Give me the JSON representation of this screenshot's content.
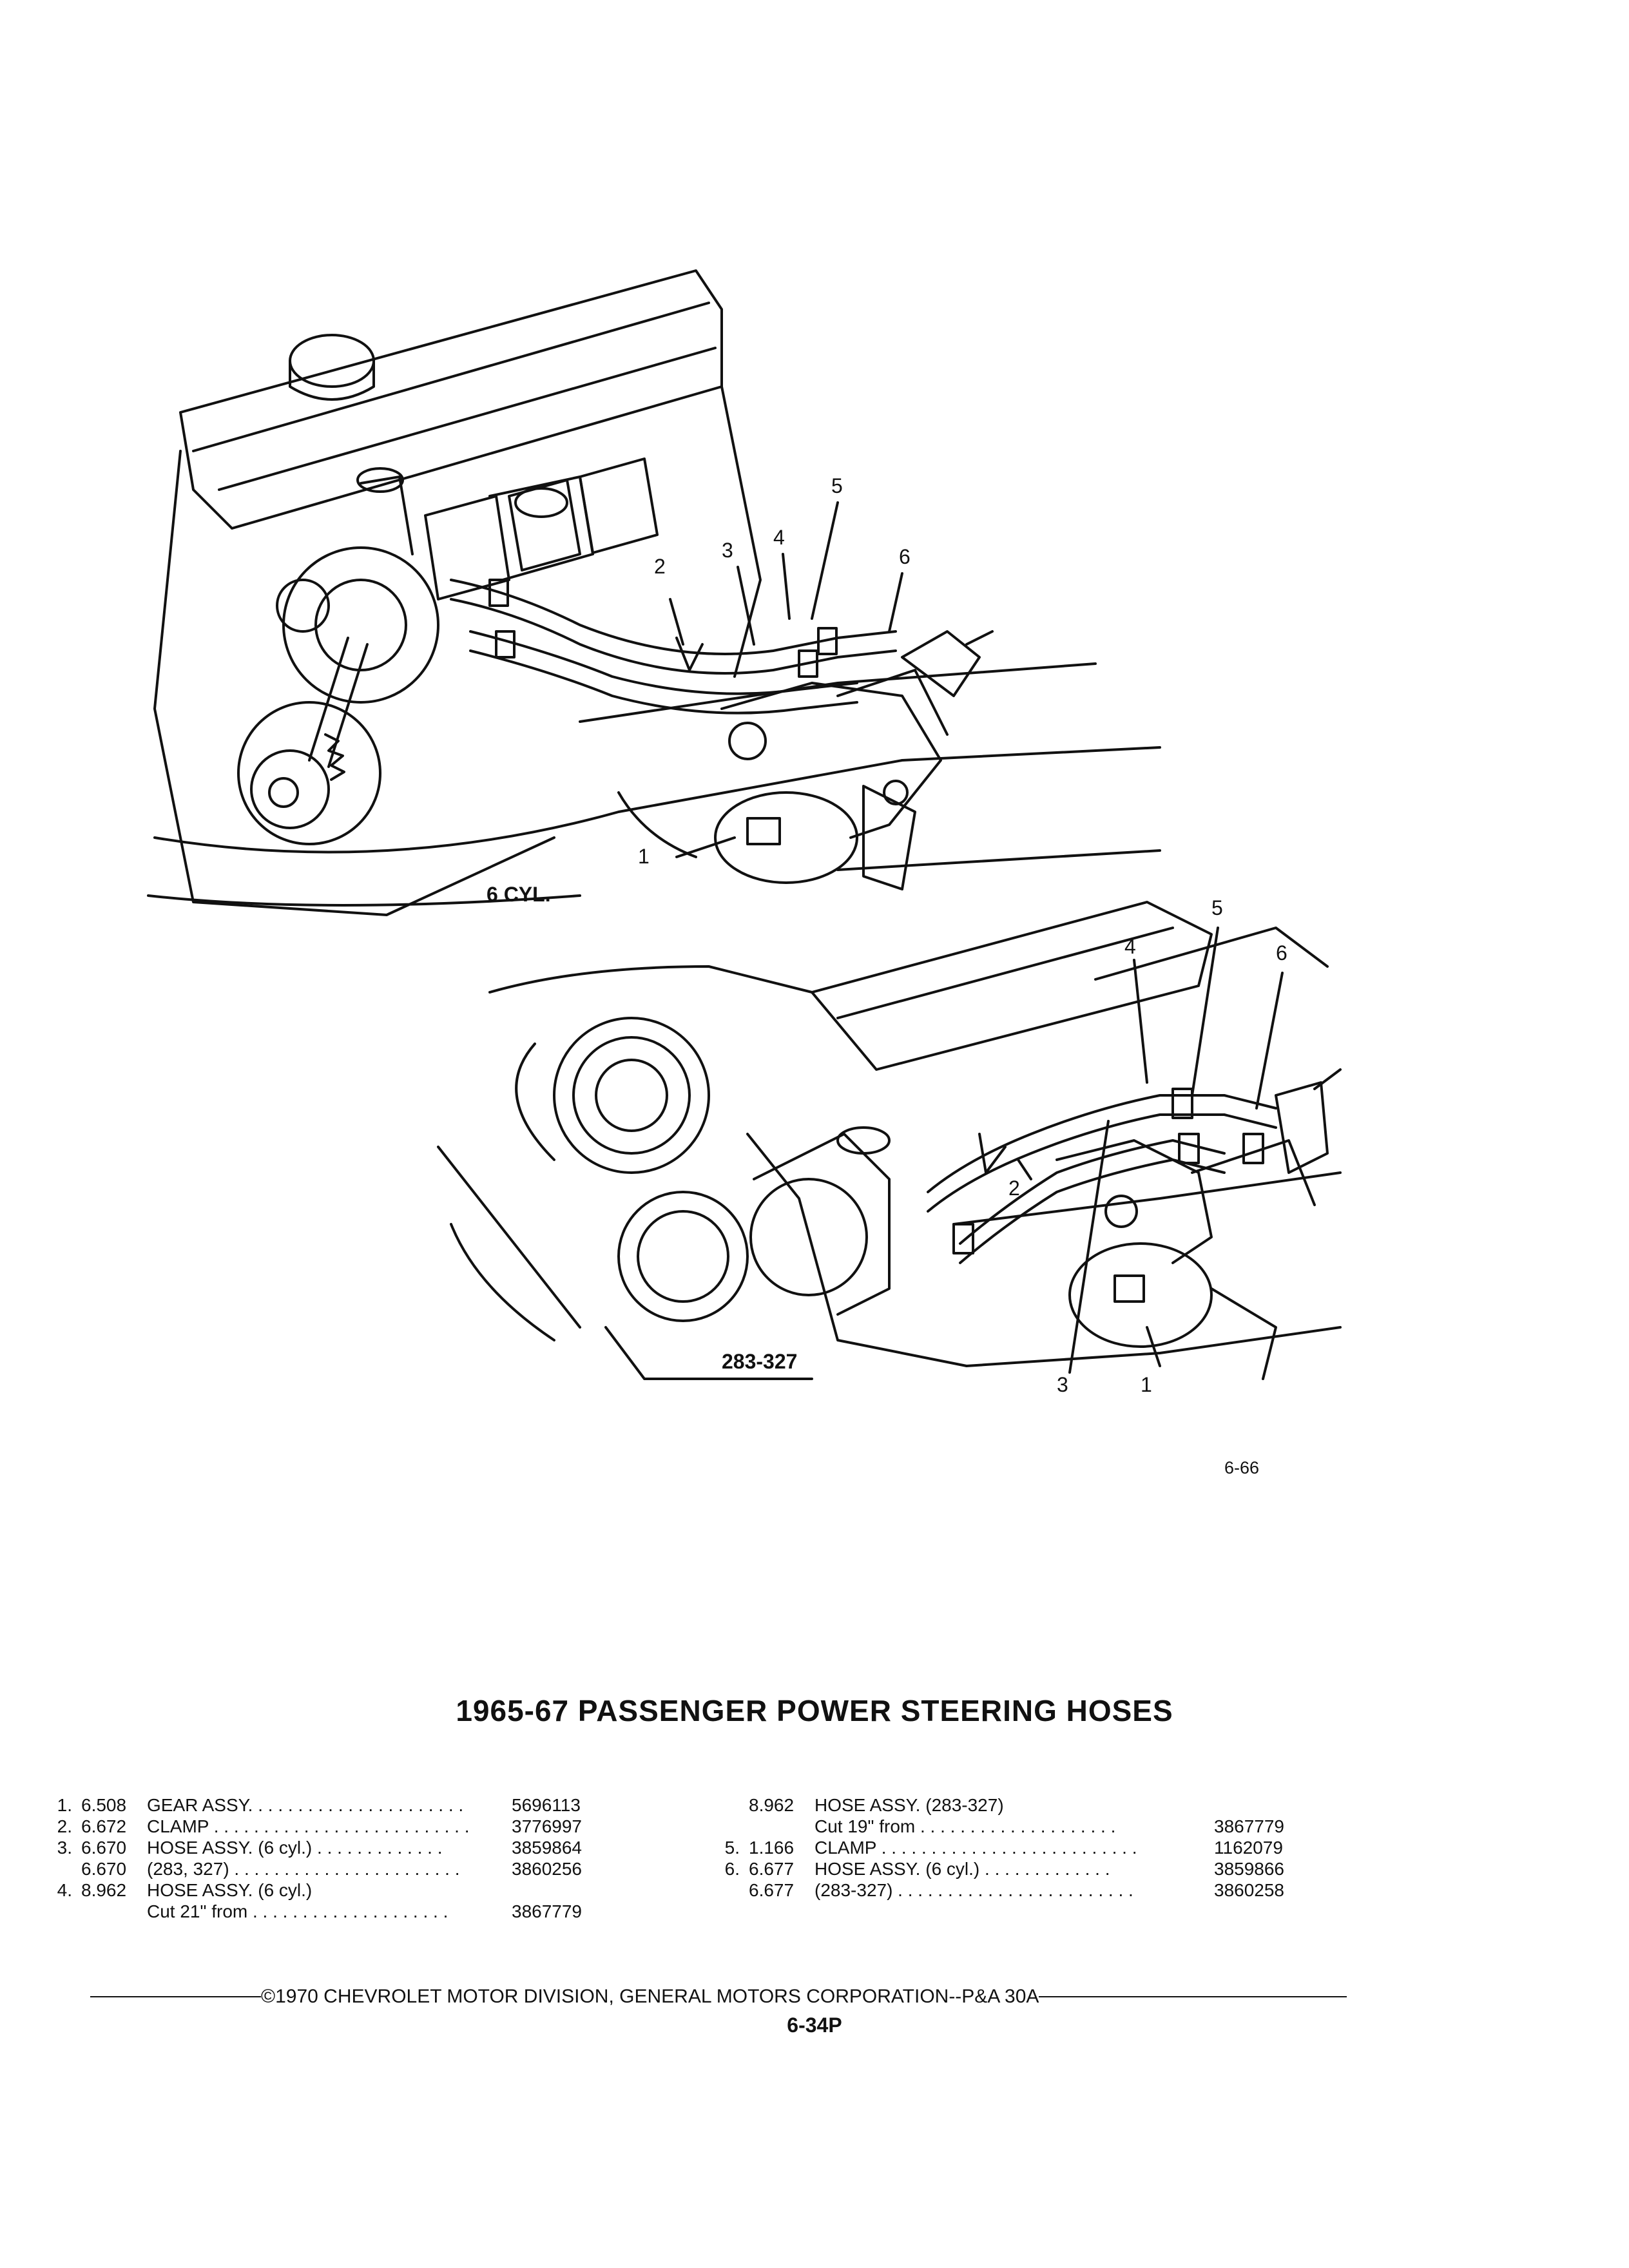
{
  "figures": {
    "six_cyl_label": "6 CYL.",
    "v8_label": "283-327",
    "figure_number": "6-66",
    "callouts": [
      "1",
      "2",
      "3",
      "4",
      "5",
      "6"
    ]
  },
  "title": "1965-67 PASSENGER POWER STEERING HOSES",
  "parts_left": [
    {
      "num": "1.",
      "ref": "6.508",
      "desc": "GEAR ASSY. . . . . . . . . . . . . . . . . . . . . .",
      "pno": "5696113"
    },
    {
      "num": "2.",
      "ref": "6.672",
      "desc": "CLAMP . . . . . . . . . . . . . . . . . . . . . . . . . .",
      "pno": "3776997"
    },
    {
      "num": "3.",
      "ref": "6.670",
      "desc": "HOSE ASSY. (6 cyl.) . . . . . . . . . . . . .",
      "pno": "3859864"
    },
    {
      "num": "",
      "ref": "6.670",
      "desc": "(283, 327) . . . . . . . . . . . . . . . . . . . . . . .",
      "pno": "3860256"
    },
    {
      "num": "4.",
      "ref": "8.962",
      "desc": "HOSE ASSY. (6 cyl.)",
      "pno": ""
    },
    {
      "num": "",
      "ref": "",
      "desc": "Cut 21\" from . . . . . . . . . . . . . . . . . . . .",
      "pno": "3867779"
    }
  ],
  "parts_right": [
    {
      "num": "",
      "ref": "8.962",
      "desc": "HOSE ASSY. (283-327)",
      "pno": ""
    },
    {
      "num": "",
      "ref": "",
      "desc": "Cut 19\" from . . . . . . . . . . . . . . . . . . . .",
      "pno": "3867779"
    },
    {
      "num": "5.",
      "ref": "1.166",
      "desc": "CLAMP . . . . . . . . . . . . . . . . . . . . . . . . . .",
      "pno": "1162079"
    },
    {
      "num": "6.",
      "ref": "6.677",
      "desc": "HOSE ASSY. (6 cyl.) . . . . . . . . . . . . .",
      "pno": "3859866"
    },
    {
      "num": "",
      "ref": "6.677",
      "desc": "(283-327) . . . . . . . . . . . . . . . . . . . . . . . .",
      "pno": "3860258"
    }
  ],
  "footer": "©1970 CHEVROLET MOTOR DIVISION, GENERAL MOTORS CORPORATION--P&A 30A",
  "page_number": "6-34P"
}
